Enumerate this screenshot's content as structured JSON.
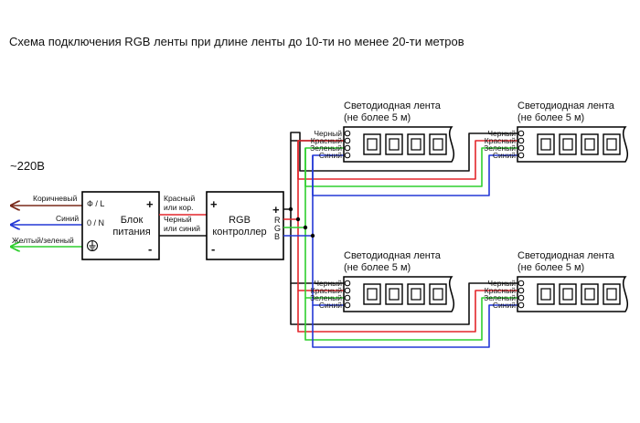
{
  "title": "Схема подключения RGB ленты при длине ленты до 10-ти но менее 20-ти метров",
  "mains_voltage": "~220В",
  "colors": {
    "black": "#111111",
    "red": "#e3262b",
    "green": "#2ecf2e",
    "blue": "#2438d6",
    "brown": "#7a2a1a"
  },
  "mains_wires": {
    "brown": "Коричневый",
    "blue": "Синий",
    "earth": "Желтый/зеленый"
  },
  "power_supply": {
    "label_line1": "Блок",
    "label_line2": "питания",
    "pin_phase": "Ф / L",
    "pin_neutral": "0 / N",
    "earth_icon": "earth-ground-icon",
    "plus": "+",
    "minus": "-"
  },
  "psu_output_wires": {
    "positive_line1": "Красный",
    "positive_line2": "или кор.",
    "negative_line1": "Черный",
    "negative_line2": "или синий"
  },
  "controller": {
    "label_line1": "RGB",
    "label_line2": "контроллер",
    "plus_in": "+",
    "minus_in": "-",
    "plus_out": "+",
    "r": "R",
    "g": "G",
    "b": "B"
  },
  "strips": [
    {
      "title_line1": "Светодиодная лента",
      "title_line2": "(не более 5 м)",
      "pins": [
        "Черный",
        "Красный",
        "Зеленый",
        "Синий"
      ]
    },
    {
      "title_line1": "Светодиодная лента",
      "title_line2": "(не более 5 м)",
      "pins": [
        "Черный",
        "Красный",
        "Зеленый",
        "Синий"
      ]
    },
    {
      "title_line1": "Светодиодная лента",
      "title_line2": "(не более 5 м)",
      "pins": [
        "Черный",
        "Красный",
        "Зеленый",
        "Синий"
      ]
    },
    {
      "title_line1": "Светодиодная лента",
      "title_line2": "(не более 5 м)",
      "pins": [
        "Черный",
        "Красный",
        "Зеленый",
        "Синий"
      ]
    }
  ]
}
